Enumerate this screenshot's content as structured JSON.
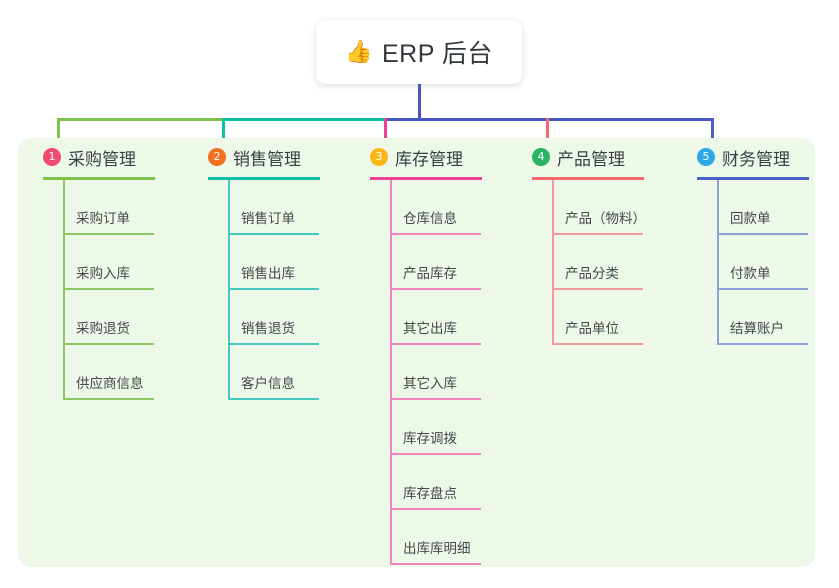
{
  "diagram": {
    "type": "mindmap-tree",
    "root": {
      "icon": "thumbs-up-icon",
      "icon_glyph": "👍",
      "label": "ERP 后台"
    },
    "panel_color": "#eef8e9",
    "stem_color": "#4a55c4",
    "branches": [
      {
        "number": "1",
        "label": "采购管理",
        "badge_color": "#ef4b6e",
        "line_color": "#7ec14b",
        "leaf_color": "#8dc663",
        "items": [
          {
            "label": "采购订单"
          },
          {
            "label": "采购入库"
          },
          {
            "label": "采购退货"
          },
          {
            "label": "供应商信息"
          }
        ]
      },
      {
        "number": "2",
        "label": "销售管理",
        "badge_color": "#f37021",
        "line_color": "#0fc0a6",
        "leaf_color": "#45c7bb",
        "items": [
          {
            "label": "销售订单"
          },
          {
            "label": "销售出库"
          },
          {
            "label": "销售退货"
          },
          {
            "label": "客户信息"
          }
        ]
      },
      {
        "number": "3",
        "label": "库存管理",
        "badge_color": "#fab717",
        "line_color": "#ed3f97",
        "leaf_color": "#ef86bc",
        "items": [
          {
            "label": "仓库信息"
          },
          {
            "label": "产品库存"
          },
          {
            "label": "其它出库"
          },
          {
            "label": "其它入库"
          },
          {
            "label": "库存调拨"
          },
          {
            "label": "库存盘点"
          },
          {
            "label": "出库库明细"
          }
        ]
      },
      {
        "number": "4",
        "label": "产品管理",
        "badge_color": "#28b463",
        "line_color": "#f4676b",
        "leaf_color": "#f29a9a",
        "items": [
          {
            "label": "产品（物料）"
          },
          {
            "label": "产品分类"
          },
          {
            "label": "产品单位"
          }
        ]
      },
      {
        "number": "5",
        "label": "财务管理",
        "badge_color": "#2fa8e8",
        "line_color": "#4a62c4",
        "leaf_color": "#8f9fd8",
        "items": [
          {
            "label": "回款单"
          },
          {
            "label": "付款单"
          },
          {
            "label": "结算账户"
          }
        ]
      }
    ],
    "bus": {
      "segments": [
        {
          "color": "#7ec14b",
          "from_branch": 0,
          "to_branch": 1
        },
        {
          "color": "#0fc0a6",
          "from_branch": 1,
          "to_branch": 2
        },
        {
          "color": "#4a55c4",
          "from_branch": 2,
          "to_branch": 4
        }
      ]
    }
  }
}
